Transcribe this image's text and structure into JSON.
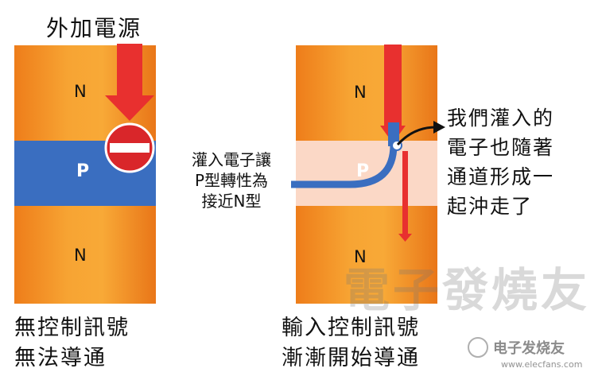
{
  "diagram": {
    "left_panel": {
      "top_layer_label": "N",
      "middle_layer_label": "P",
      "bottom_layer_label": "N",
      "source_label": "外加電源",
      "caption_line1": "無控制訊號",
      "caption_line2": "無法導通"
    },
    "right_panel": {
      "top_layer_label": "N",
      "middle_layer_label": "P",
      "bottom_layer_label": "N",
      "caption_line1": "輸入控制訊號",
      "caption_line2": "漸漸開始導通"
    },
    "middle_note": {
      "line1": "灌入電子讓",
      "line2": "P型轉性為",
      "line3": "接近N型"
    },
    "right_note": {
      "line1": "我們灌入的",
      "line2": "電子也隨著",
      "line3": "通道形成一",
      "line4": "起沖走了"
    },
    "colors": {
      "orange": "#f5a034",
      "blue": "#3a6ec0",
      "pale_pink": "#fbd8c6",
      "red_arrow": "#e8302f",
      "no_entry_red": "#d9262a"
    }
  },
  "watermark": {
    "big_text": "電子發燒友",
    "brand": "电子发烧友",
    "url": "www.elecfans.com"
  }
}
